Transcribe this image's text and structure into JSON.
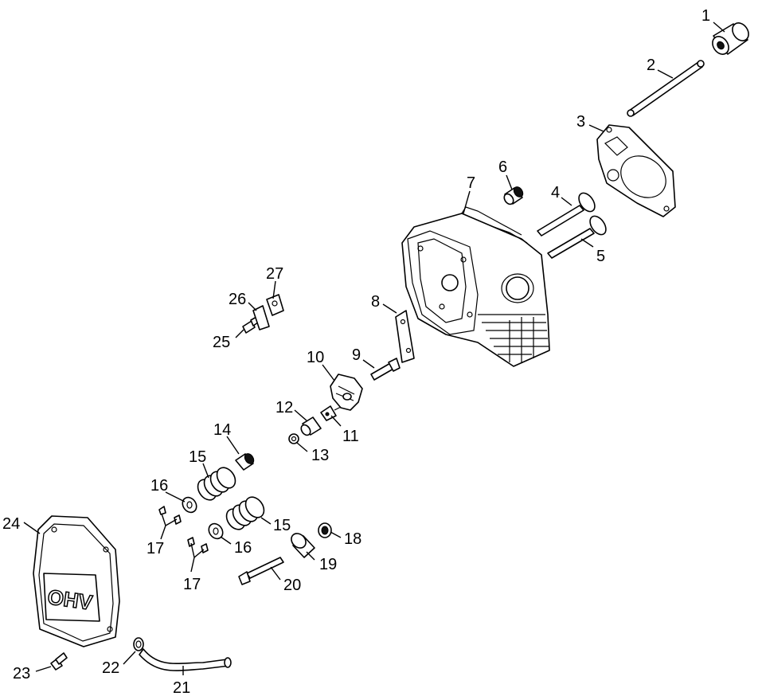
{
  "labels": [
    "1",
    "2",
    "3",
    "4",
    "5",
    "6",
    "7",
    "8",
    "9",
    "10",
    "11",
    "12",
    "13",
    "14",
    "15",
    "15",
    "16",
    "16",
    "17",
    "17",
    "18",
    "19",
    "20",
    "21",
    "22",
    "23",
    "24",
    "25",
    "26",
    "27"
  ],
  "cover_text": "OHV"
}
